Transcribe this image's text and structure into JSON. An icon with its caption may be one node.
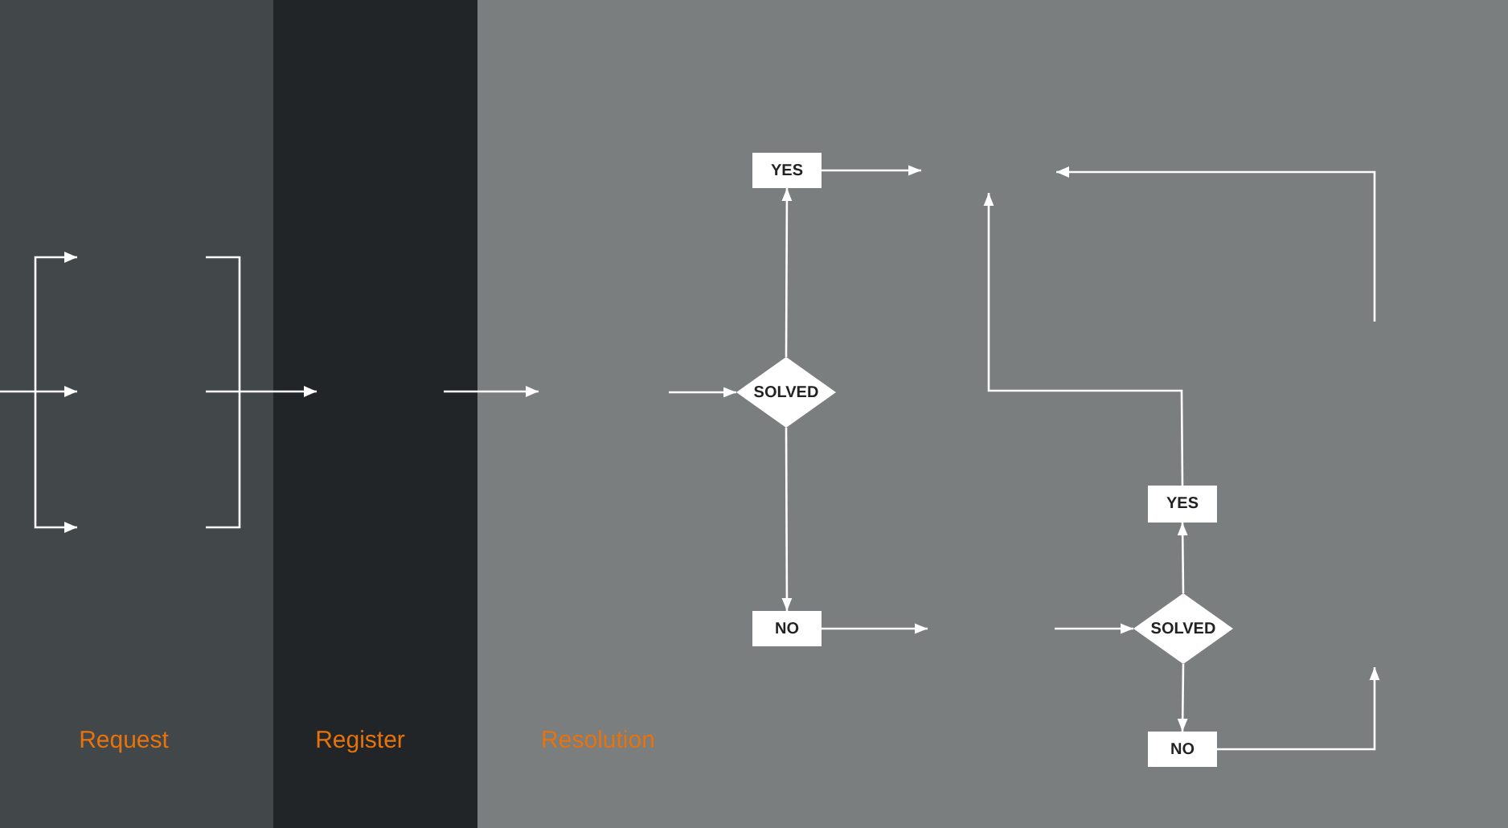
{
  "diagram": {
    "nodes": [
      {
        "text": [
          "Request"
        ]
      },
      {
        "text": [
          "Register"
        ]
      },
      {
        "text": [
          "Resolution"
        ]
      },
      {
        "text": [
          "YES"
        ],
        "in": 2
      },
      {
        "text": [
          "SOLVED"
        ],
        "in": 2
      },
      {
        "text": [
          "NO"
        ],
        "in": 2
      },
      {
        "text": [
          "YES"
        ],
        "in": 2
      },
      {
        "text": [
          "SOLVED"
        ],
        "in": 2
      },
      {
        "text": [
          "NO"
        ],
        "in": 2
      }
    ],
    "edges": [
      {
        "from": 4,
        "to": 3,
        "arrow": "to"
      },
      {
        "from": 4,
        "to": 5,
        "arrow": "to"
      },
      {
        "from": 7,
        "to": 6,
        "arrow": "to"
      },
      {
        "from": 7,
        "to": 8,
        "arrow": "to"
      },
      {
        "from": null,
        "to": 4,
        "arrow": "to"
      },
      {
        "from": 3,
        "to": null,
        "arrow": "to"
      },
      {
        "from": 5,
        "to": null,
        "arrow": "to"
      },
      {
        "from": null,
        "to": 7,
        "arrow": "to"
      },
      {
        "from": 6,
        "to": null,
        "arrow": "to"
      },
      {
        "from": 8,
        "to": null,
        "arrow": "to"
      }
    ]
  }
}
